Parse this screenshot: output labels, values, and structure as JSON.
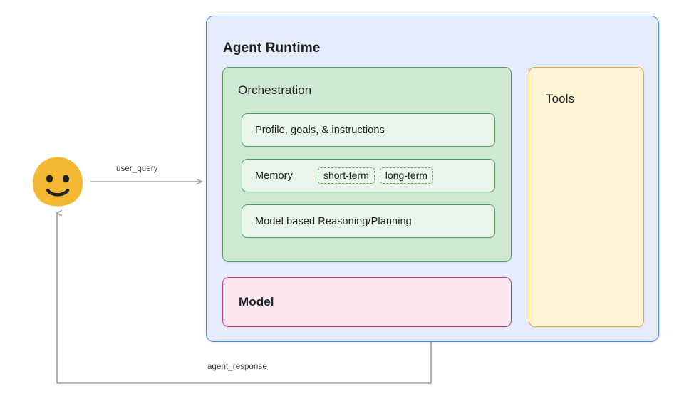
{
  "diagram": {
    "title": "Agent Runtime",
    "actor": {
      "name": "user-avatar",
      "icon": "smiley-blob-face-icon",
      "color": "#F4B731"
    },
    "agent_runtime": {
      "label": "Agent Runtime",
      "border_color": "#4285f4",
      "fill_color": "#e6ecfc",
      "orchestration": {
        "label": "Orchestration",
        "border_color": "#4f9e5f",
        "fill_color": "#cfe8d4",
        "rows": [
          {
            "label": "Profile, goals, & instructions",
            "badges": []
          },
          {
            "label": "Memory",
            "badges": [
              "short-term",
              "long-term"
            ]
          },
          {
            "label": "Model based Reasoning/Planning",
            "badges": []
          }
        ]
      },
      "model": {
        "label": "Model",
        "border_color": "#d6338a",
        "fill_color": "#fce8f1"
      },
      "tools": {
        "label": "Tools",
        "border_color": "#eba73a",
        "fill_color": "#fdf4d6"
      }
    },
    "connectors": [
      {
        "label": "user_query",
        "from": "user-avatar",
        "to": "agent-runtime",
        "direction": "right",
        "color": "#9aa0a6"
      },
      {
        "label": "agent_response",
        "from": "agent-runtime",
        "to": "user-avatar",
        "direction": "up",
        "color": "#9aa0a6"
      }
    ]
  }
}
